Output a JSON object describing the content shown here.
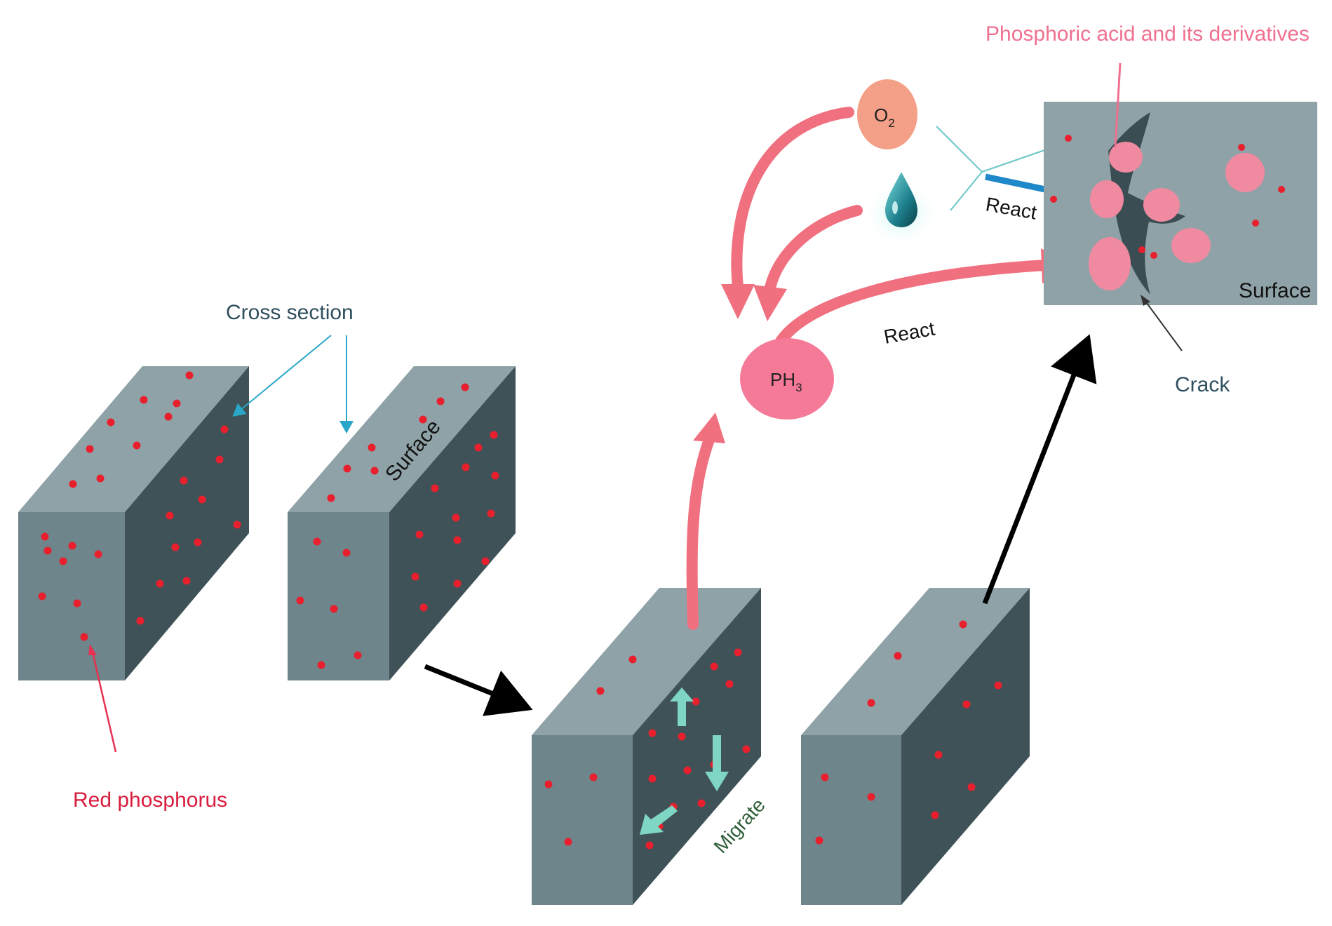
{
  "labels": {
    "cross_section": "Cross section",
    "surface_block": "Surface",
    "red_phosphorus": "Red phosphorus",
    "migrate": "Migrate",
    "o2_base": "O",
    "o2_sub": "2",
    "ph3_base": "PH",
    "ph3_sub": "3",
    "react_upper": "React",
    "react_lower": "React",
    "phosphoric_acid": "Phosphoric acid and its derivatives",
    "surface_panel": "Surface",
    "crack": "Crack"
  },
  "colors": {
    "block_top": "#8fa2a7",
    "block_front": "#6d858b",
    "block_side": "#3f5258",
    "dot": "#e8202e",
    "pink": "#f07080",
    "pink_blob": "#f08aa0",
    "o2_fill": "#f4a088",
    "ph3_fill": "#f47a98",
    "panel": "#8fa2a7",
    "crack": "#3a4d52",
    "label_teal": "#2e4f5e",
    "label_red": "#d81c3c",
    "label_pink": "#f07090",
    "migrate_green": "#2e5e3a",
    "teal_arrow": "#7fd6c2",
    "blue_arrow": "#1e88c8"
  },
  "icons": {
    "water_drop": "water-drop-icon"
  }
}
